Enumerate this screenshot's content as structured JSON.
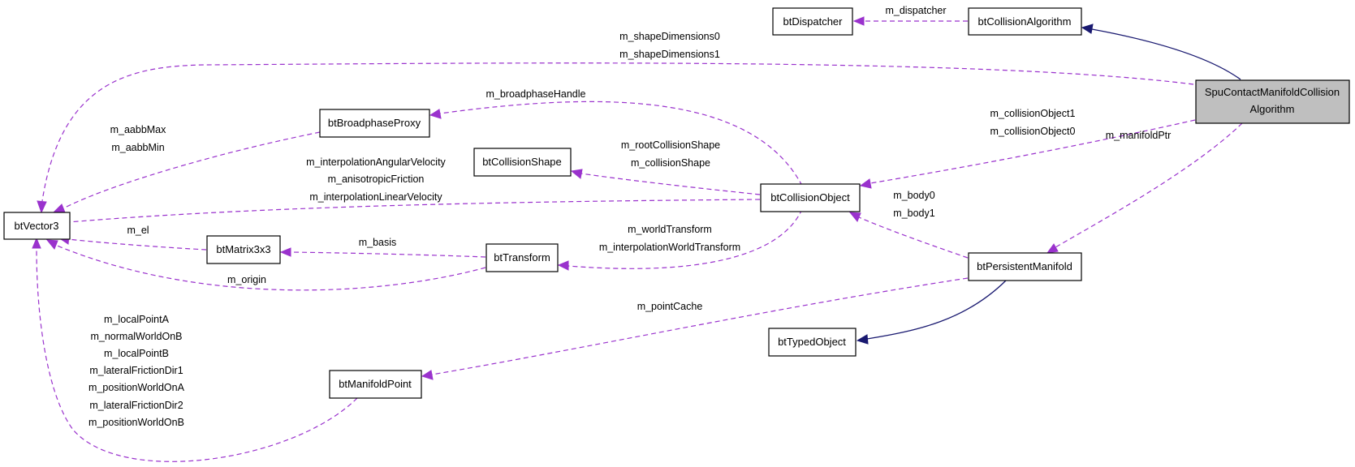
{
  "nodes": {
    "spu": {
      "lines": [
        "SpuContactManifoldCollision",
        "Algorithm"
      ]
    },
    "btDispatcher": {
      "label": "btDispatcher"
    },
    "btCollisionAlgorithm": {
      "label": "btCollisionAlgorithm"
    },
    "btVector3": {
      "label": "btVector3"
    },
    "btBroadphaseProxy": {
      "label": "btBroadphaseProxy"
    },
    "btCollisionShape": {
      "label": "btCollisionShape"
    },
    "btCollisionObject": {
      "label": "btCollisionObject"
    },
    "btMatrix3x3": {
      "label": "btMatrix3x3"
    },
    "btTransform": {
      "label": "btTransform"
    },
    "btPersistentManifold": {
      "label": "btPersistentManifold"
    },
    "btTypedObject": {
      "label": "btTypedObject"
    },
    "btManifoldPoint": {
      "label": "btManifoldPoint"
    }
  },
  "edges": {
    "dispatcher": [
      "m_dispatcher"
    ],
    "shapeDimensions": [
      "m_shapeDimensions0",
      "m_shapeDimensions1"
    ],
    "collisionObjects": [
      "m_collisionObject1",
      "m_collisionObject0"
    ],
    "manifoldPtr": [
      "m_manifoldPtr"
    ],
    "broadphaseHandle": [
      "m_broadphaseHandle"
    ],
    "aabb": [
      "m_aabbMax",
      "m_aabbMin"
    ],
    "collisionShape": [
      "m_rootCollisionShape",
      "m_collisionShape"
    ],
    "objectVectors": [
      "m_interpolationAngularVelocity",
      "m_anisotropicFriction",
      "m_interpolationLinearVelocity"
    ],
    "bodies": [
      "m_body0",
      "m_body1"
    ],
    "el": [
      "m_el"
    ],
    "basis": [
      "m_basis"
    ],
    "worldTransform": [
      "m_worldTransform",
      "m_interpolationWorldTransform"
    ],
    "origin": [
      "m_origin"
    ],
    "pointCache": [
      "m_pointCache"
    ],
    "pointVectors": [
      "m_localPointA",
      "m_normalWorldOnB",
      "m_localPointB",
      "m_lateralFrictionDir1",
      "m_positionWorldOnA",
      "m_lateralFrictionDir2",
      "m_positionWorldOnB"
    ]
  },
  "colors": {
    "usage_edge": "#9a32cd",
    "inheritance_edge": "#191970",
    "highlighted_node": "#bfbfbf"
  }
}
